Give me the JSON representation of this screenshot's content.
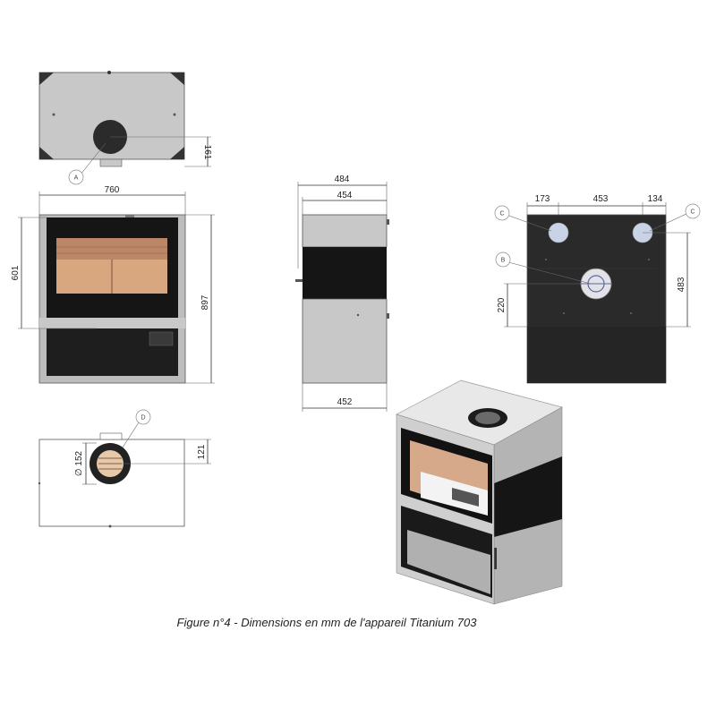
{
  "top_view": {
    "callout_a": "A",
    "dim_161": "161"
  },
  "front_view": {
    "dim_width": "760",
    "dim_door_height": "601",
    "dim_total_height": "897"
  },
  "side_view": {
    "dim_top_outer": "484",
    "dim_top_inner": "454",
    "dim_bottom": "452"
  },
  "rear_view": {
    "dim_left": "173",
    "dim_middle": "453",
    "dim_right": "134",
    "dim_483": "483",
    "dim_220": "220",
    "callout_c_left": "C",
    "callout_c_right": "C",
    "callout_b": "B"
  },
  "bottom_view": {
    "callout_d": "D",
    "dim_diameter": "∅ 152",
    "dim_121": "121"
  },
  "caption": "Figure n°4 - Dimensions en mm de l'appareil Titanium 703",
  "colors": {
    "steel": "#c8c8c8",
    "dark_panel": "#1b1b1b",
    "rear_panel": "#2a2a2a",
    "glass_frame": "#111111",
    "firebrick": "#d9a77f"
  }
}
